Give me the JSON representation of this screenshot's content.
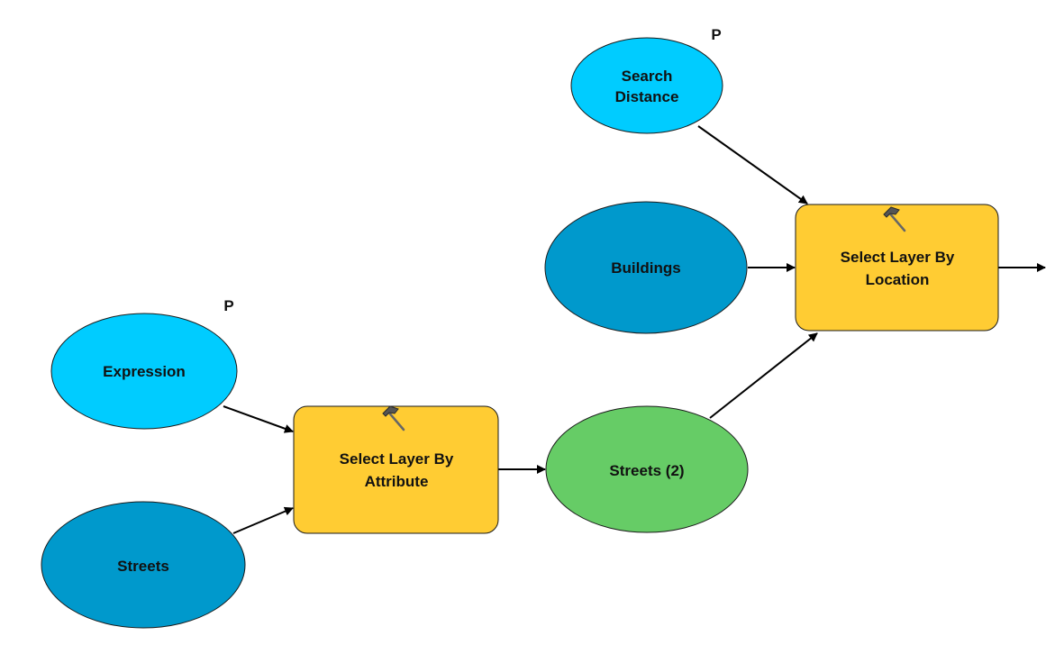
{
  "colors": {
    "parameter_fill": "#00ccff",
    "input_data_fill": "#0099cc",
    "derived_data_fill": "#66cc66",
    "tool_fill": "#ffcc33",
    "connector": "#000000"
  },
  "nodes": {
    "search_distance": {
      "lines": [
        "Search",
        "Distance"
      ],
      "flag": "P",
      "kind": "parameter"
    },
    "buildings": {
      "lines": [
        "Buildings"
      ],
      "kind": "input_data"
    },
    "select_by_location": {
      "lines": [
        "Select Layer By",
        "Location"
      ],
      "icon": "hammer-icon",
      "kind": "tool"
    },
    "expression": {
      "lines": [
        "Expression"
      ],
      "flag": "P",
      "kind": "parameter"
    },
    "streets": {
      "lines": [
        "Streets"
      ],
      "kind": "input_data"
    },
    "select_by_attribute": {
      "lines": [
        "Select Layer By",
        "Attribute"
      ],
      "icon": "hammer-icon",
      "kind": "tool"
    },
    "streets_2": {
      "lines": [
        "Streets (2)"
      ],
      "kind": "derived_data"
    }
  },
  "connections": [
    [
      "search_distance",
      "select_by_location"
    ],
    [
      "buildings",
      "select_by_location"
    ],
    [
      "streets_2",
      "select_by_location"
    ],
    [
      "expression",
      "select_by_attribute"
    ],
    [
      "streets",
      "select_by_attribute"
    ],
    [
      "select_by_attribute",
      "streets_2"
    ],
    [
      "select_by_location",
      "output"
    ]
  ]
}
